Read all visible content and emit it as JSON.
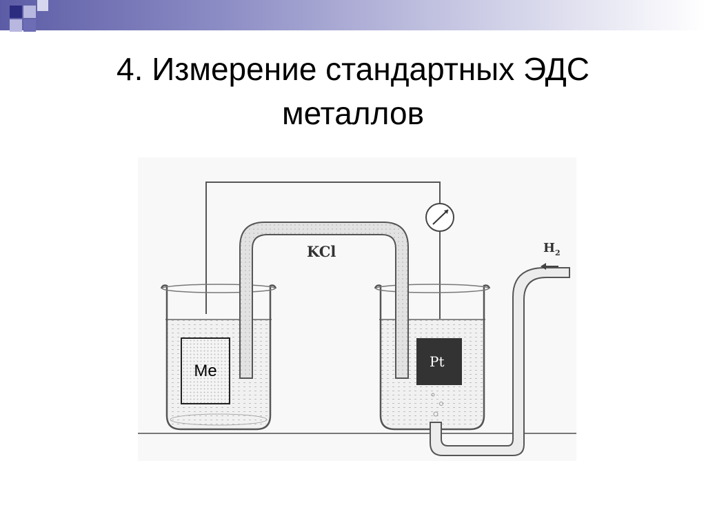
{
  "slide": {
    "title_line1": "4. Измерение стандартных ЭДС",
    "title_line2": "металлов"
  },
  "diagram": {
    "salt_bridge_label": "KCl",
    "metal_electrode_label": "Me",
    "platinum_electrode_label": "Pt",
    "gas_label": "H",
    "gas_subscript": "2"
  },
  "colors": {
    "header_dark": "#2b2b80",
    "header_light": "#9c9ccf",
    "line": "#555555"
  }
}
